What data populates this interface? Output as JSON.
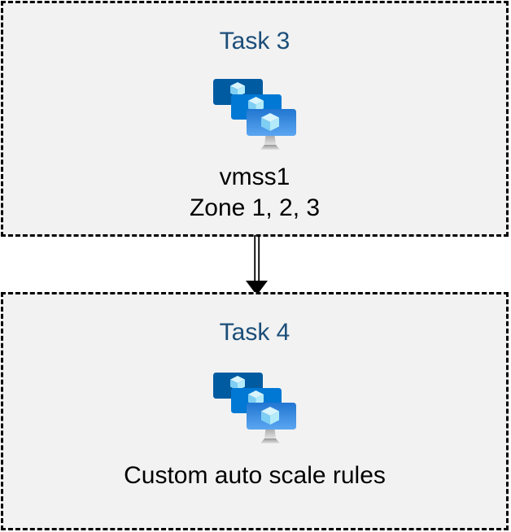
{
  "colors": {
    "canvas_bg": "#ffffff",
    "box_bg": "#f2f2f2",
    "box_border": "#000000",
    "title_color": "#1b4e79",
    "body_text": "#000000",
    "arrow_color": "#000000",
    "monitor_back": "#005ba1",
    "monitor_middle": "#0078d4",
    "monitor_front_top": "#2176d1",
    "monitor_front_bottom": "#5ba6f1",
    "cube_top": "#d8f4fd",
    "cube_left": "#7fcef3",
    "cube_right": "#b3ebfa",
    "stand_top": "#969696",
    "stand_bottom": "#e2e2e2"
  },
  "diagram": {
    "tasks": [
      {
        "title": "Task 3",
        "icon": "vm-scale-set-icon",
        "lines": [
          "vmss1",
          "Zone 1, 2, 3"
        ]
      },
      {
        "title": "Task 4",
        "icon": "vm-scale-set-icon",
        "lines": [
          "Custom auto scale rules"
        ]
      }
    ],
    "connector": {
      "type": "double-line-arrow",
      "direction": "down"
    }
  }
}
